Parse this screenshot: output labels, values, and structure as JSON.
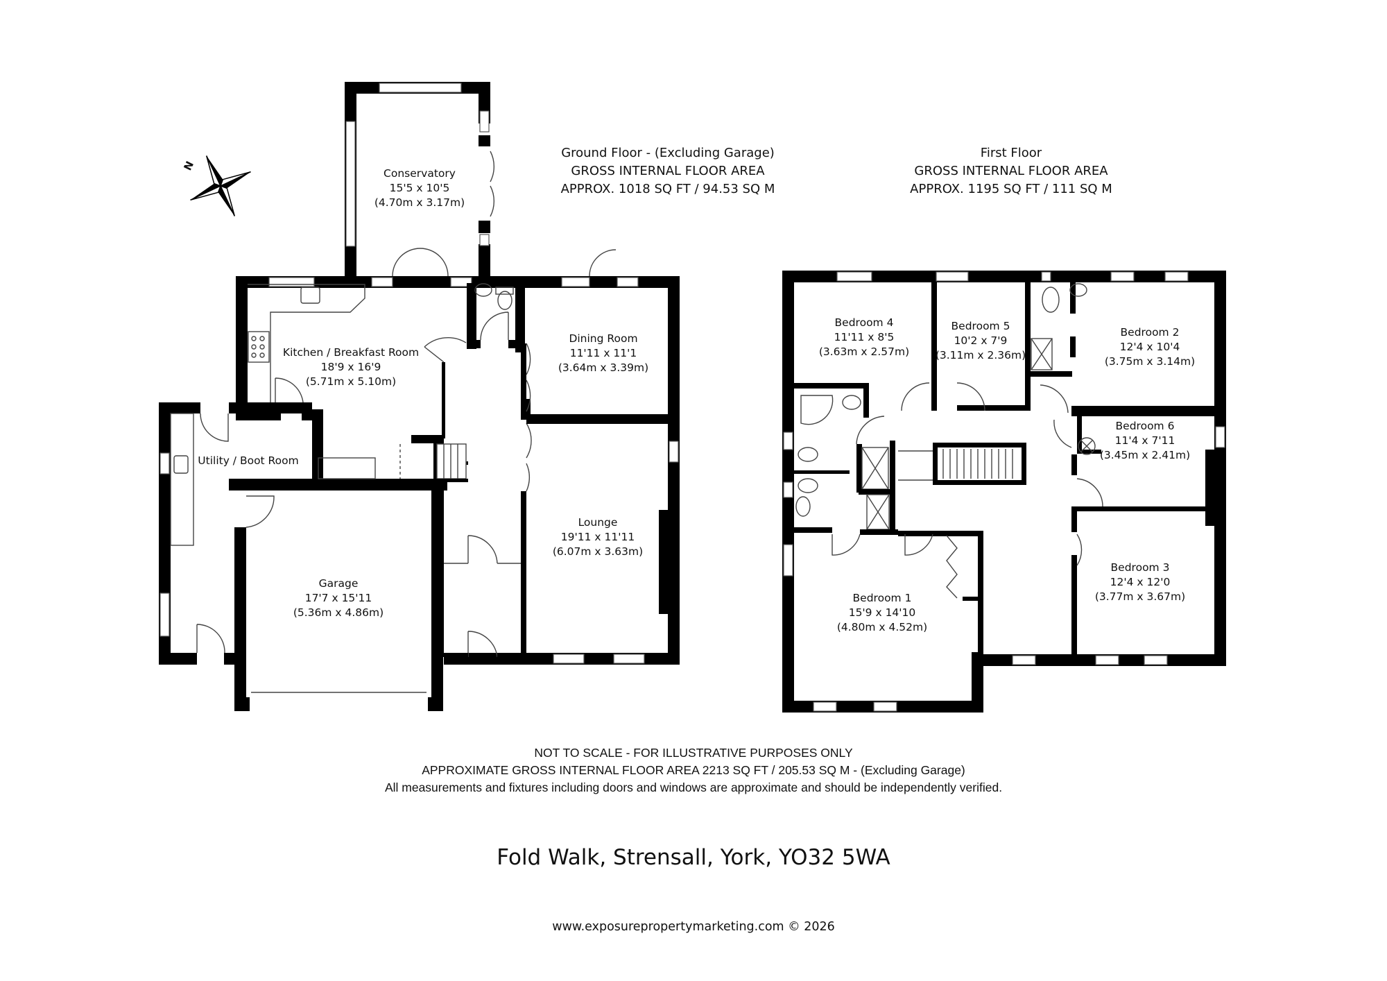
{
  "ground_floor": {
    "header": {
      "title": "Ground Floor - (Excluding Garage)",
      "subtitle": "GROSS INTERNAL FLOOR AREA",
      "area": "APPROX. 1018 SQ FT / 94.53 SQ M"
    },
    "rooms": [
      {
        "name": "Conservatory",
        "imperial": "15'5 x 10'5",
        "metric": "(4.70m x 3.17m)"
      },
      {
        "name": "Kitchen / Breakfast Room",
        "imperial": "18'9 x 16'9",
        "metric": "(5.71m x 5.10m)"
      },
      {
        "name": "Dining Room",
        "imperial": "11'11 x 11'1",
        "metric": "(3.64m x 3.39m)"
      },
      {
        "name": "Utility / Boot Room"
      },
      {
        "name": "Lounge",
        "imperial": "19'11 x 11'11",
        "metric": "(6.07m x 3.63m)"
      },
      {
        "name": "Garage",
        "imperial": "17'7 x 15'11",
        "metric": "(5.36m x 4.86m)"
      }
    ]
  },
  "first_floor": {
    "header": {
      "title": "First Floor",
      "subtitle": "GROSS INTERNAL FLOOR AREA",
      "area": "APPROX. 1195 SQ FT / 111 SQ M"
    },
    "rooms": [
      {
        "name": "Bedroom 4",
        "imperial": "11'11 x 8'5",
        "metric": "(3.63m x 2.57m)"
      },
      {
        "name": "Bedroom 5",
        "imperial": "10'2 x 7'9",
        "metric": "(3.11m x 2.36m)"
      },
      {
        "name": "Bedroom 2",
        "imperial": "12'4 x 10'4",
        "metric": "(3.75m x 3.14m)"
      },
      {
        "name": "Bedroom 6",
        "imperial": "11'4 x 7'11",
        "metric": "(3.45m x 2.41m)"
      },
      {
        "name": "Bedroom 1",
        "imperial": "15'9 x 14'10",
        "metric": "(4.80m x 4.52m)"
      },
      {
        "name": "Bedroom 3",
        "imperial": "12'4 x 12'0",
        "metric": "(3.77m x 3.67m)"
      }
    ]
  },
  "compass": {
    "label": "N",
    "icon": "compass-rose-icon"
  },
  "disclaimer": {
    "line1": "NOT TO SCALE - FOR ILLUSTRATIVE PURPOSES ONLY",
    "line2": "APPROXIMATE GROSS INTERNAL FLOOR AREA 2213 SQ FT / 205.53 SQ M - (Excluding Garage)",
    "line3": "All measurements and fixtures including doors and windows are approximate and should be independently verified."
  },
  "address": "Fold Walk, Strensall, York, YO32 5WA",
  "website": "www.exposurepropertymarketing.com © 2026",
  "colors": {
    "wall": "#000000",
    "background": "#ffffff",
    "fixture_line": "#444444"
  }
}
